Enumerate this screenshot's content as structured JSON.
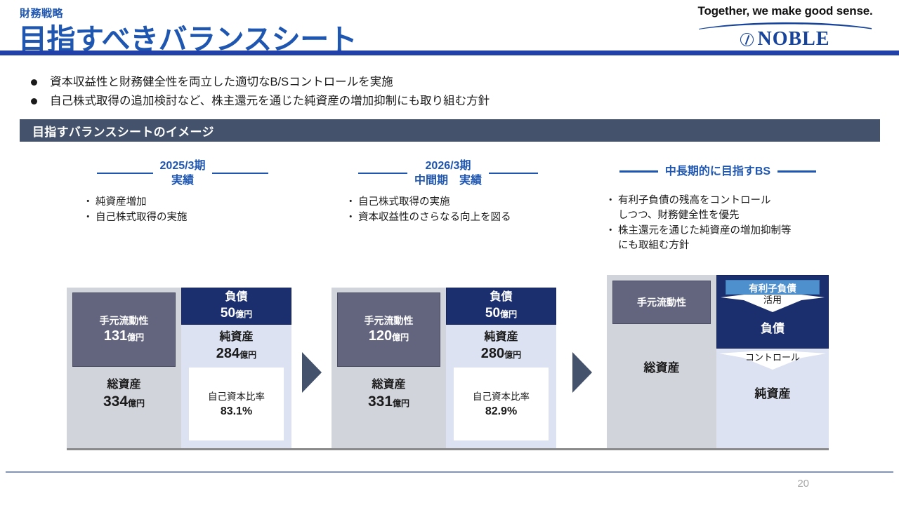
{
  "header": {
    "kicker": "財務戦略",
    "title": "目指すべきバランスシート",
    "accent_color": "#1F56B0",
    "rule_color": "#2140A8"
  },
  "logo": {
    "tagline": "Together, we make good sense.",
    "wordmark": "NOBLE",
    "mark_icon": "noble-circle-mark",
    "color": "#16439B"
  },
  "bullets": [
    "資本収益性と財務健全性を両立した適切なB/Sコントロールを実施",
    "自己株式取得の追加検討など、株主還元を通じた純資産の増加抑制にも取り組む方針"
  ],
  "band": {
    "label": "目指すバランスシートのイメージ",
    "bg": "#44536B"
  },
  "columns": [
    {
      "title": "2025/3期\n実績",
      "items": [
        "純資産増加",
        "自己株式取得の実施"
      ]
    },
    {
      "title": "2026/3期\n中間期　実績",
      "items": [
        "自己株式取得の実施",
        "資本収益性のさらなる向上を図る"
      ]
    },
    {
      "title": "中長期的に目指すBS",
      "items": [
        "有利子負債の残高をコントロール\nしつつ、財務健全性を優先",
        "株主還元を通じた純資産の増加抑制等\nにも取組む方針"
      ]
    }
  ],
  "bullet_marker": "・",
  "balance_sheets": [
    {
      "liquidity_label": "手元流動性",
      "liquidity_value": "131",
      "liquidity_unit": "億円",
      "total_label": "総資産",
      "total_value": "334",
      "total_unit": "億円",
      "debt_label": "負債",
      "debt_value": "50",
      "debt_unit": "億円",
      "equity_label": "純資産",
      "equity_value": "284",
      "equity_unit": "億円",
      "ratio_label": "自己資本比率",
      "ratio_value": "83.1%"
    },
    {
      "liquidity_label": "手元流動性",
      "liquidity_value": "120",
      "liquidity_unit": "億円",
      "total_label": "総資産",
      "total_value": "331",
      "total_unit": "億円",
      "debt_label": "負債",
      "debt_value": "50",
      "debt_unit": "億円",
      "equity_label": "純資産",
      "equity_value": "280",
      "equity_unit": "億円",
      "ratio_label": "自己資本比率",
      "ratio_value": "82.9%"
    },
    {
      "liquidity_label": "手元流動性",
      "total_label": "総資産",
      "interest_bearing_label": "有利子負債",
      "arrow_top_label": "活用",
      "debt_label": "負債",
      "arrow_bottom_label": "コントロール",
      "equity_label": "純資産"
    }
  ],
  "step_arrow_icon": "triangle-right-icon",
  "footer": {
    "page_number": "20"
  },
  "colors": {
    "asset_box": "#D2D4DC",
    "equity_box": "#DCE2F2",
    "liquidity_box": "#63657F",
    "debt_box": "#1B2E6E",
    "interest_bearing": "#4E90CE",
    "step_arrow": "#44536B"
  }
}
